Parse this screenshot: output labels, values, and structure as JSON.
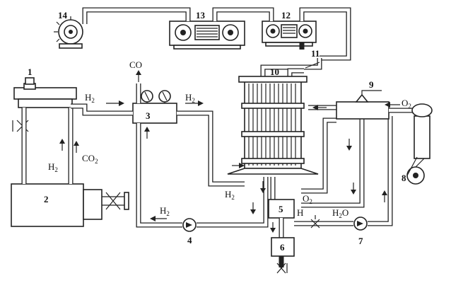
{
  "numbers": {
    "n1": "1",
    "n2": "2",
    "n3": "3",
    "n4": "4",
    "n5": "5",
    "n6": "6",
    "n7": "7",
    "n8": "8",
    "n9": "9",
    "n10": "10",
    "n11": "11",
    "n12": "12",
    "n13": "13",
    "n14": "14"
  },
  "labels": {
    "co": "CO",
    "h2_in": "H",
    "h2_out": "H",
    "h2_left": "H",
    "co2": "CO",
    "h2_bottom": "H",
    "h2_return": "H",
    "o2_in": "O",
    "o2_out": "O",
    "h2o_h": "H",
    "h2o_o": "O",
    "sub2": "2"
  }
}
